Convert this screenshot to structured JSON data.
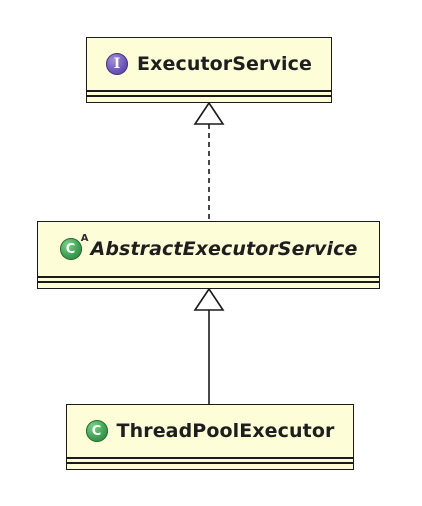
{
  "diagram": {
    "nodes": [
      {
        "id": "executor-service",
        "name": "ExecutorService",
        "stereotype_badge": "I",
        "kind": "interface",
        "abstract": false
      },
      {
        "id": "abstract-executor-service",
        "name": "AbstractExecutorService",
        "stereotype_badge": "C",
        "badge_modifier": "A",
        "kind": "abstract-class",
        "abstract": true
      },
      {
        "id": "thread-pool-executor",
        "name": "ThreadPoolExecutor",
        "stereotype_badge": "C",
        "kind": "class",
        "abstract": false
      }
    ],
    "edges": [
      {
        "from": "abstract-executor-service",
        "to": "executor-service",
        "type": "realization",
        "style": "dashed",
        "arrowhead": "hollow-triangle"
      },
      {
        "from": "thread-pool-executor",
        "to": "abstract-executor-service",
        "type": "generalization",
        "style": "solid",
        "arrowhead": "hollow-triangle"
      }
    ],
    "colors": {
      "box_fill": "#fdfdd8",
      "border": "#1a1a1a",
      "interface_badge": "#6e58b8",
      "class_badge": "#3f9f52"
    }
  }
}
